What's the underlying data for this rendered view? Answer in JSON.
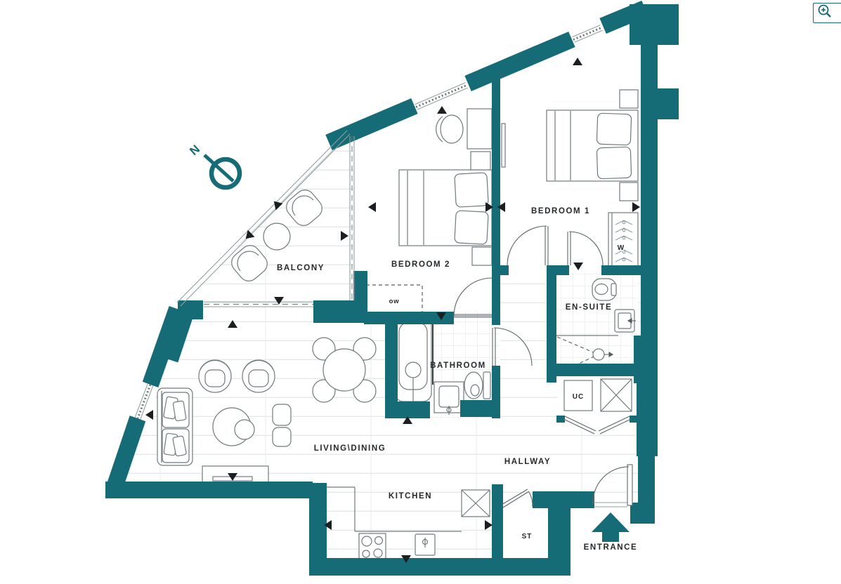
{
  "plan": {
    "rooms": {
      "balcony": "BALCONY",
      "bedroom2": "BEDROOM 2",
      "bedroom1": "BEDROOM 1",
      "ensuite": "EN-SUITE",
      "bathroom": "BATHROOM",
      "living_dining": "LIVING\\DINING",
      "hallway": "HALLWAY",
      "kitchen": "KITCHEN",
      "store": "ST",
      "utility_cupboard": "UC",
      "wardrobe": "W",
      "ow_cupboard": "ow"
    },
    "annotations": {
      "entrance": "ENTRANCE",
      "north": "N"
    },
    "colors": {
      "wall_accent": "#156c76",
      "label_text": "#26292c",
      "marker": "#1c1f22",
      "furniture_line": "#70797c",
      "floor_line": "#e5e8e8"
    },
    "icons": {
      "zoom": "magnifier-plus-icon",
      "compass": "north-compass-icon",
      "entrance_arrow": "block-arrow-up"
    }
  }
}
